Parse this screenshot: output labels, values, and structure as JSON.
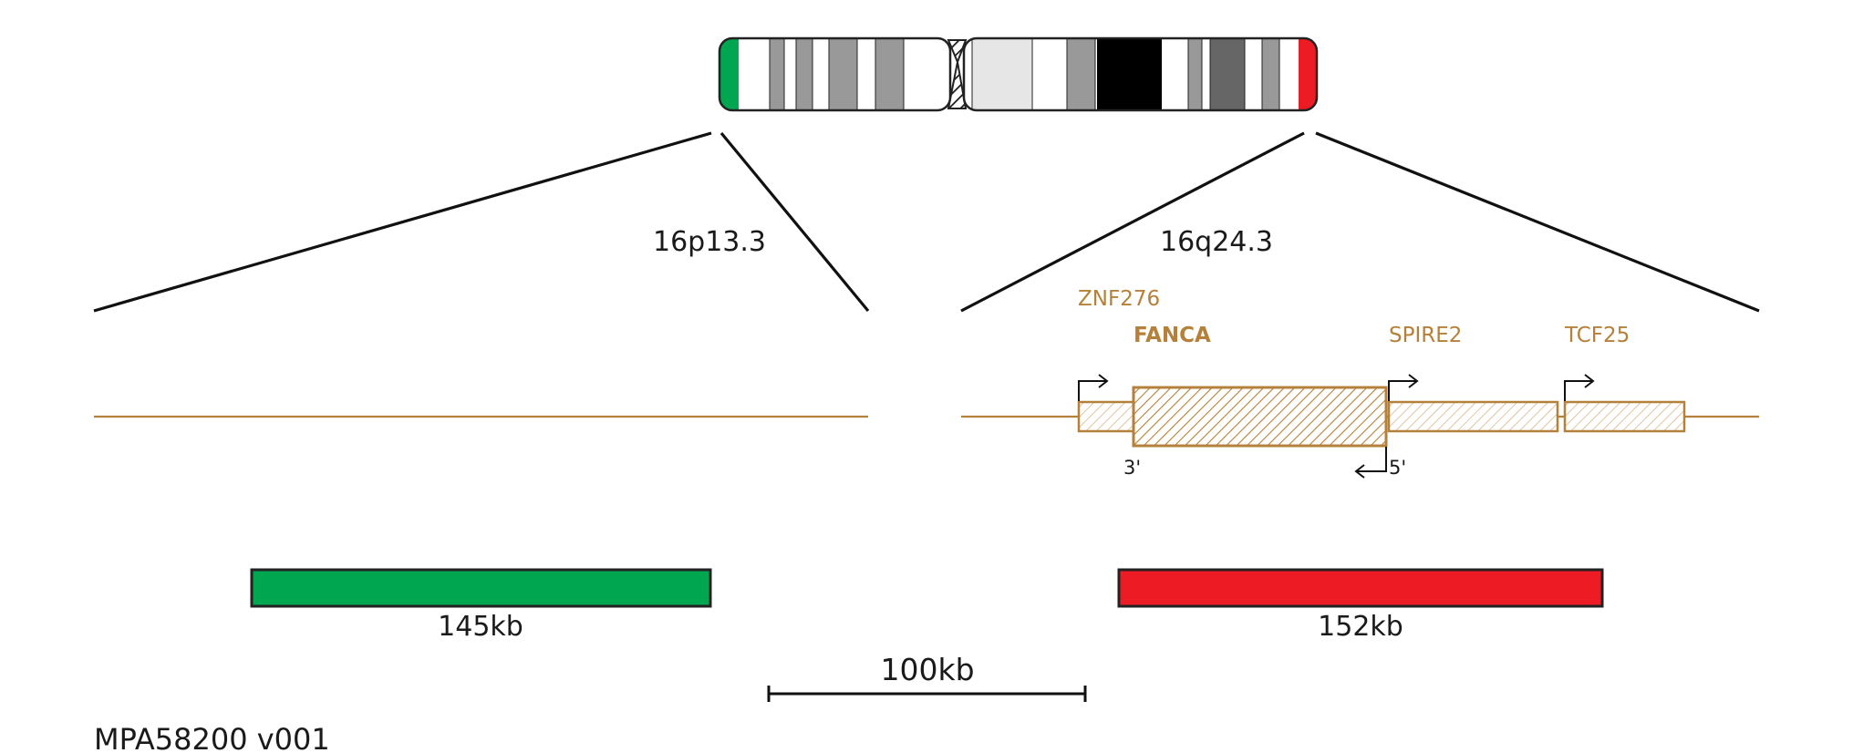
{
  "chromosome": {
    "name": "16",
    "colors": {
      "p_end": "#00a650",
      "q_end": "#ed1c24",
      "outline": "#222222",
      "gpos25": "#e6e6e6",
      "gpos50": "#999999",
      "gpos75": "#666666",
      "gpos100": "#000000"
    }
  },
  "regions": {
    "left": {
      "band": "16p13.3",
      "probe_size": "145kb",
      "color": "#00a650"
    },
    "right": {
      "band": "16q24.3",
      "probe_size": "152kb",
      "color": "#ed1c24"
    }
  },
  "genes": {
    "color": "#b5813a",
    "znf276": "ZNF276",
    "fanca": "FANCA",
    "spire2": "SPIRE2",
    "tcf25": "TCF25",
    "end_3": "3'",
    "end_5": "5'"
  },
  "scale_bar": {
    "label": "100kb"
  },
  "product": {
    "code": "MPA58200 v001"
  }
}
